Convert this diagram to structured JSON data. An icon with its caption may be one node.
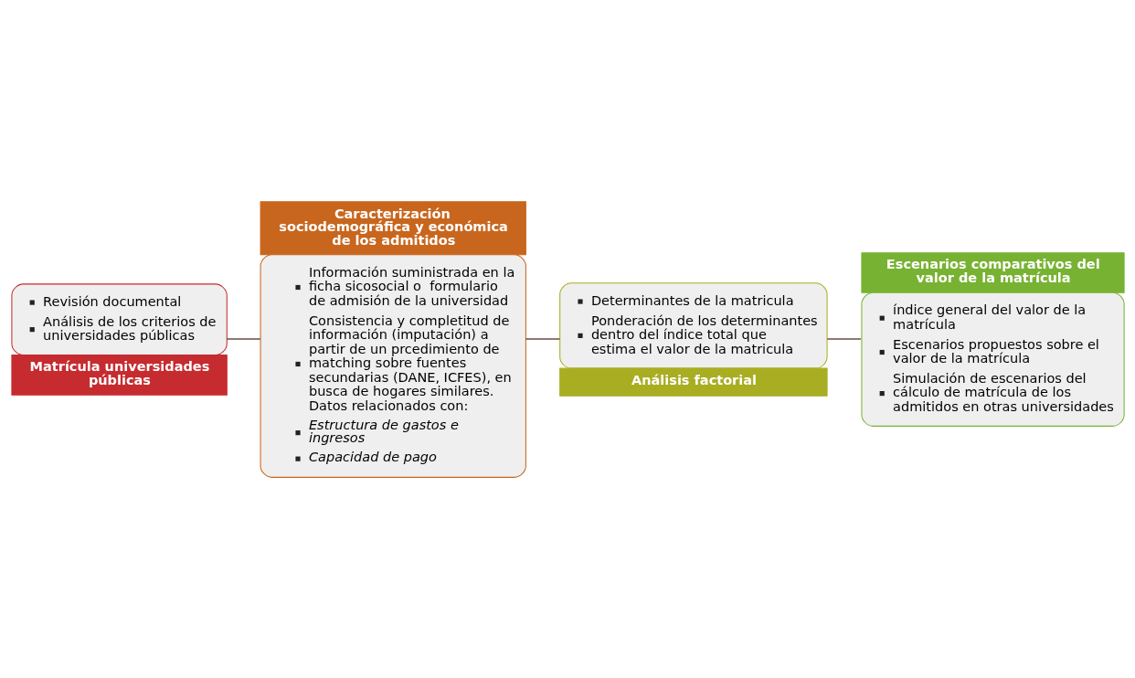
{
  "diagram": {
    "nodes": [
      {
        "text": [
          "Revisión documental",
          "Análisis de los criterios de universidades públicas",
          "Matrícula universidades públicas"
        ]
      },
      {
        "text": [
          "Caracterización sociodemográfica y económica de los admitidos",
          "Información suministrada en la ficha sicosocial o  formulario de admisión de la universidad",
          "Consistencia y completitud de información (imputación) a partir de un prcedimiento de matching sobre fuentes secundarias (DANE, ICFES), en busca de hogares similares. Datos relacionados con:",
          "Estructura de gastos e ingresos",
          "Capacidad de pago"
        ]
      },
      {
        "text": [
          "Determinantes de la matricula",
          "Ponderación de los determinantes dentro del índice total que estima el valor de la matricula",
          "Análisis factorial"
        ]
      },
      {
        "text": [
          "Escenarios comparativos del valor de la matrícula",
          "índice general del valor de la matrícula",
          "Escenarios propuestos sobre el valor de la matrícula",
          "Simulación de escenarios del cálculo de matrícula de los admitidos en otras universidades"
        ]
      }
    ],
    "edges": [
      {
        "from": 0,
        "to": 1,
        "arrow": "none"
      },
      {
        "from": 1,
        "to": 2,
        "arrow": "none"
      },
      {
        "from": 2,
        "to": 3,
        "arrow": "none"
      }
    ]
  }
}
